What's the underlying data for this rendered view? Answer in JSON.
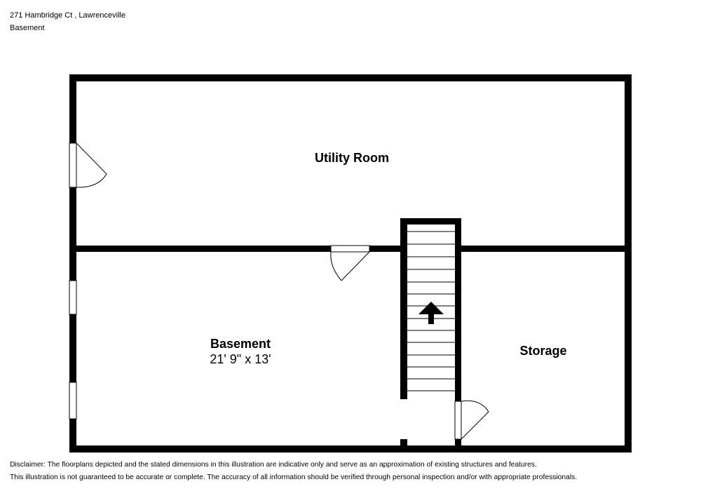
{
  "header": {
    "address": "271 Hambridge Ct , Lawrenceville",
    "level": "Basement"
  },
  "rooms": {
    "utility": {
      "name": "Utility Room"
    },
    "basement": {
      "name": "Basement",
      "dimensions": "21' 9\" x 13'"
    },
    "storage": {
      "name": "Storage"
    }
  },
  "disclaimer": {
    "line1": "Disclaimer: The floorplans depicted and the stated dimensions in this illustration are indicative only and serve as an approximation of existing structures and features.",
    "line2": "This illustration is not guaranteed to be accurate or complete. The accuracy of all information should be verified through personal inspection and/or with appropriate professionals."
  },
  "colors": {
    "wall": "#000000",
    "background": "#ffffff"
  }
}
